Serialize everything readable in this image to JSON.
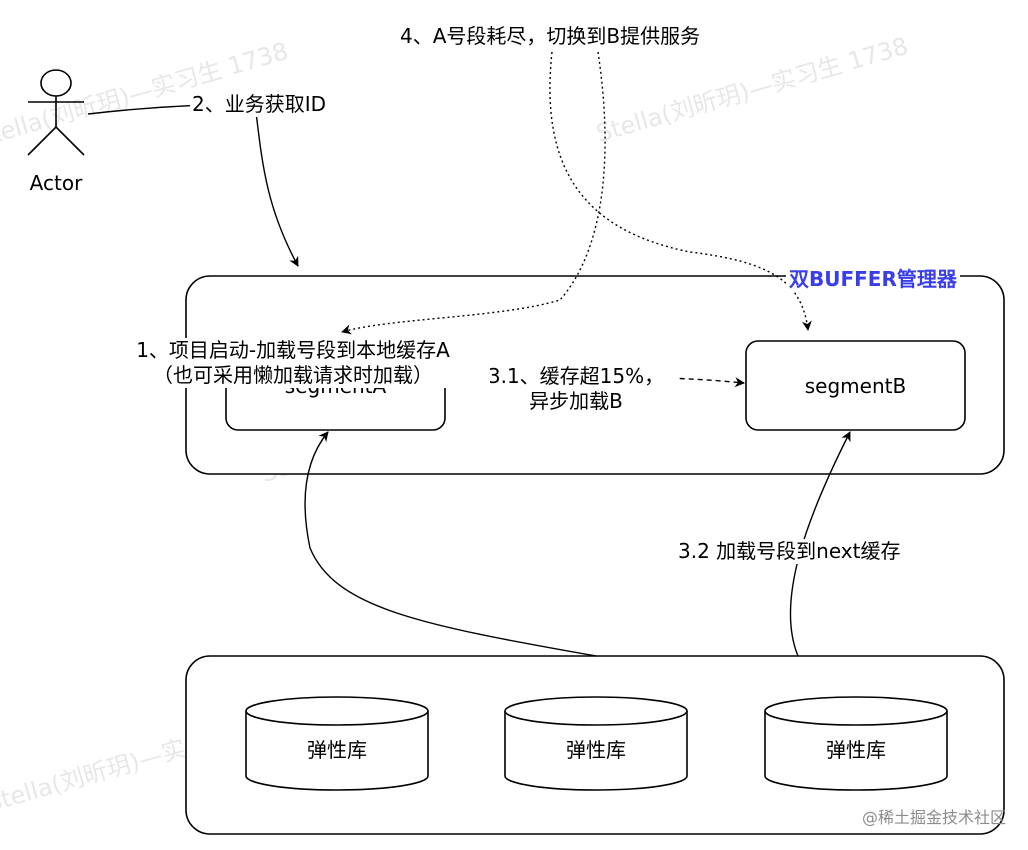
{
  "actor": {
    "label": "Actor"
  },
  "manager": {
    "title": "双BUFFER管理器"
  },
  "segments": {
    "a": "segmentA",
    "b": "segmentB"
  },
  "databases": [
    "弹性库",
    "弹性库",
    "弹性库"
  ],
  "steps": {
    "s1_line1": "1、项目启动-加载号段到本地缓存A",
    "s1_line2": "（也可采用懒加载请求时加载）",
    "s2": "2、业务获取ID",
    "s31_line1": "3.1、缓存超15%，",
    "s31_line2": "异步加载B",
    "s32": "3.2 加载号段到next缓存",
    "s4": "4、A号段耗尽，切换到B提供服务"
  },
  "watermark": "Stella(刘昕玥)—实习生 1738",
  "credit": "@稀土掘金技术社区"
}
